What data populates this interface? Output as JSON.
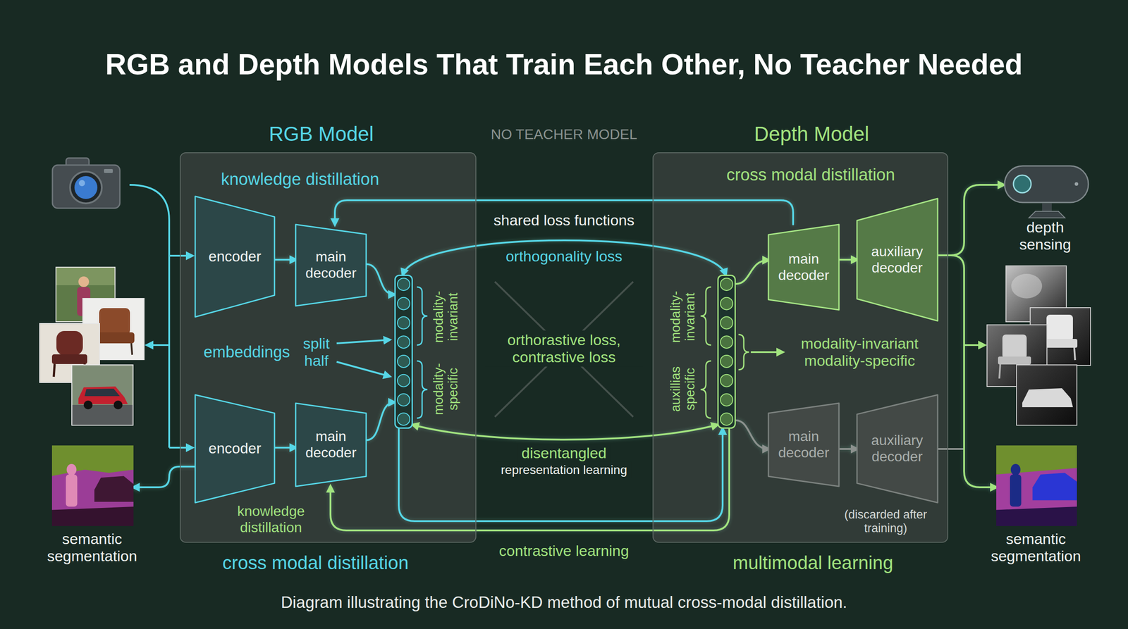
{
  "diagram": {
    "title": "RGB and Depth Models That Train Each Other, No Teacher Needed",
    "caption": "Diagram illustrating the CroDiNo-KD method of mutual cross-modal distillation.",
    "nodes": [
      {
        "text": [
          "RGB Model",
          "cross modal distillation"
        ]
      },
      {
        "text": [
          "encoder"
        ],
        "in": 0
      },
      {
        "text": [
          "main decoder"
        ],
        "in": 0
      },
      {
        "text": [
          "modality-invariant",
          "modality-specific"
        ],
        "in": 0
      },
      {
        "text": [
          "encoder"
        ],
        "in": 0
      },
      {
        "text": [
          "main decoder"
        ],
        "in": 0
      },
      {
        "text": [
          "Depth Model",
          "multimodal learning"
        ]
      },
      {
        "text": [
          "modality-invariant",
          "auxillias specific"
        ],
        "in": 6
      },
      {
        "text": [
          "main decoder"
        ],
        "in": 6
      },
      {
        "text": [
          "auxiliary decoder"
        ],
        "in": 6
      },
      {
        "text": [
          "main decoder"
        ],
        "in": 6
      },
      {
        "text": [
          "auxiliary decoder"
        ],
        "in": 6
      },
      {
        "text": [
          "semantic segmentation"
        ]
      },
      {
        "text": [
          "depth sensing"
        ]
      },
      {
        "text": [
          "semantic segmentation"
        ]
      }
    ],
    "edges": [
      {
        "from": 1,
        "to": 2,
        "arrow": "to"
      },
      {
        "from": 4,
        "to": 5,
        "arrow": "to"
      },
      {
        "from": 2,
        "to": 3,
        "arrow": "to"
      },
      {
        "from": 5,
        "to": 3,
        "arrow": "to"
      },
      {
        "from": 8,
        "to": 9,
        "arrow": "to"
      },
      {
        "from": 7,
        "to": 8,
        "arrow": "to"
      },
      {
        "from": 7,
        "to": 10,
        "arrow": "to"
      },
      {
        "from": 10,
        "to": 11,
        "arrow": "to"
      },
      {
        "from": 3,
        "to": 7,
        "label": "orthogonality loss",
        "arrow": "both"
      },
      {
        "from": 3,
        "to": 7,
        "label": "disentangled",
        "arrow": "both"
      },
      {
        "from": 3,
        "to": 7,
        "arrow": "to"
      },
      {
        "from": 7,
        "to": 5,
        "arrow": "to"
      },
      {
        "from": 8,
        "to": 2,
        "arrow": "to"
      },
      {
        "from": 4,
        "to": 12,
        "arrow": "to"
      },
      {
        "from": 9,
        "to": 13,
        "arrow": "to"
      },
      {
        "from": 9,
        "to": 14,
        "arrow": "to"
      }
    ],
    "labels": [
      "NO TEACHER MODEL",
      "knowledge distillation",
      "embeddings",
      "split half",
      "knowledge distillation",
      "shared loss functions",
      "orthorastive loss, contrastive loss",
      "representation learning",
      "contrastive learning",
      "cross modal distillation",
      "modality-invariant modality-specific",
      "(discarded after training)"
    ]
  }
}
